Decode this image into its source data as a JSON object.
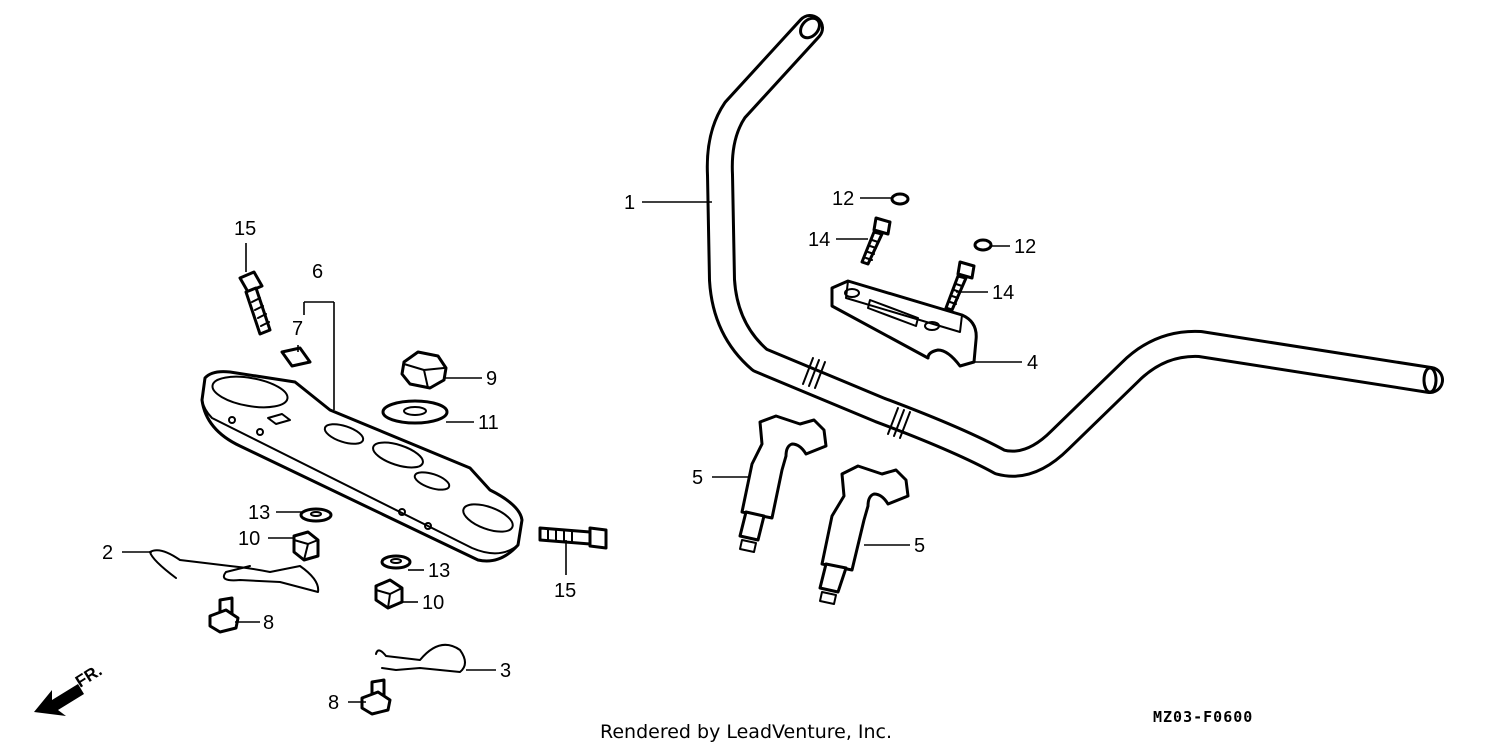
{
  "callouts": [
    "1",
    "2",
    "3",
    "4",
    "5",
    "5",
    "6",
    "7",
    "8",
    "8",
    "9",
    "10",
    "10",
    "11",
    "12",
    "12",
    "13",
    "13",
    "14",
    "14",
    "15",
    "15"
  ],
  "direction_label": "FR.",
  "credit": "Rendered by LeadVenture, Inc.",
  "diagram_code": "MZ03-F0600"
}
